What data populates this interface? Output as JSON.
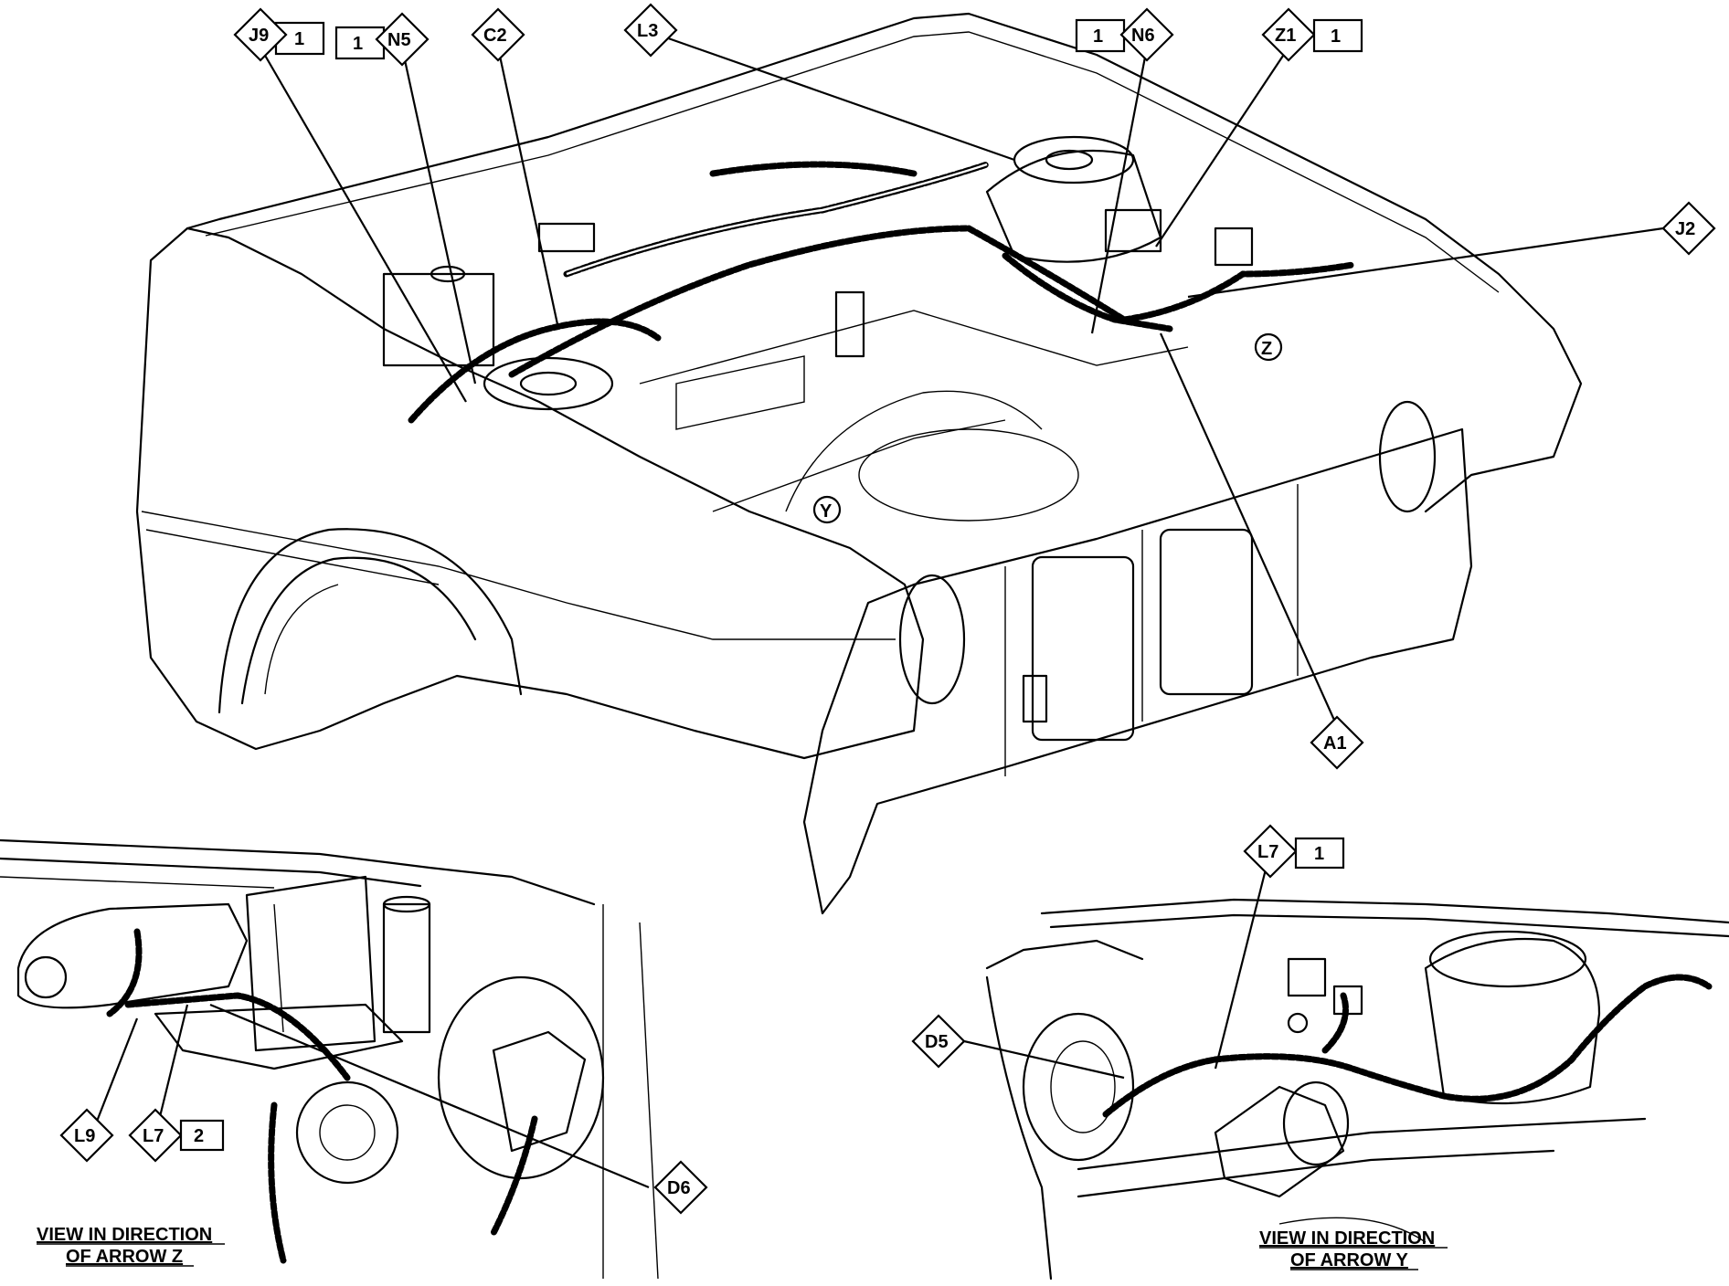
{
  "main_view": {
    "callouts": [
      {
        "id": "J9",
        "qty": "1"
      },
      {
        "id": "N5",
        "qty": "1"
      },
      {
        "id": "C2"
      },
      {
        "id": "L3"
      },
      {
        "id": "N6",
        "qty": "1"
      },
      {
        "id": "Z1",
        "qty": "1"
      },
      {
        "id": "J2"
      },
      {
        "id": "A1"
      }
    ],
    "arrows": [
      "Z",
      "Y"
    ]
  },
  "inset_z": {
    "caption_line1": "VIEW IN DIRECTION",
    "caption_line2": "OF ARROW Z",
    "callouts": [
      {
        "id": "L9"
      },
      {
        "id": "L7",
        "qty": "2"
      },
      {
        "id": "D6"
      }
    ]
  },
  "inset_y": {
    "caption_line1": "VIEW IN DIRECTION",
    "caption_line2": "OF ARROW Y",
    "callouts": [
      {
        "id": "L7",
        "qty": "1"
      },
      {
        "id": "D5"
      }
    ]
  }
}
